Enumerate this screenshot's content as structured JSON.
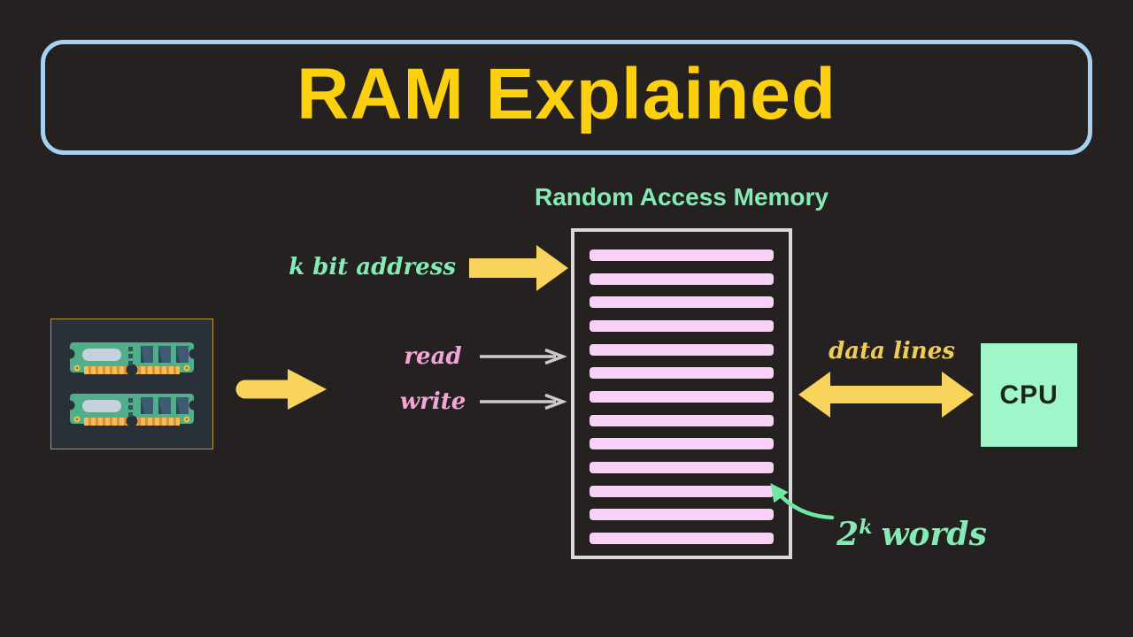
{
  "title": {
    "text": "RAM Explained",
    "text_color": "#FCD00F",
    "border_color": "#A6D1F0"
  },
  "diagram": {
    "heading": "Random Access Memory",
    "labels": {
      "address": "k bit address",
      "read": "read",
      "write": "write",
      "data_lines": "data lines",
      "words_base": "2",
      "words_sup": "k",
      "words_rest": "words",
      "cpu": "CPU"
    },
    "memory": {
      "rows": 13,
      "pointed_row_index": 11,
      "row_color": "#F8D2F6",
      "border_color": "#D9D9D9"
    },
    "colors": {
      "background": "#262121",
      "mint_text": "#85EBB4",
      "pink_text": "#F0A6D8",
      "yellow_arrow": "#F8D45C",
      "yellow_text": "#F0CB55",
      "gray_arrow": "#CCCBCB",
      "curve_arrow": "#6FE8A6",
      "cpu_box": "#9FF6C9",
      "cpu_text": "#1A271F"
    }
  }
}
